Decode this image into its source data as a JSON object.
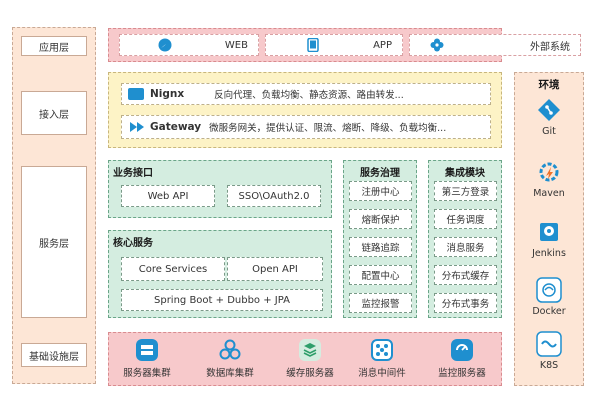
{
  "layers": {
    "app": "应用层",
    "access": "接入层",
    "service": "服务层",
    "infra": "基础设施层"
  },
  "app_layer": {
    "web": "WEB",
    "app": "APP",
    "external": "外部系统"
  },
  "access_layer": {
    "nginx_name": "Nignx",
    "nginx_desc": "反向代理、负载均衡、静态资源、路由转发...",
    "gateway_name": "Gateway",
    "gateway_desc": "微服务网关，提供认证、限流、熔断、降级、负载均衡..."
  },
  "business_api": {
    "title": "业务接口",
    "items": [
      "Web API",
      "SSO\\OAuth2.0"
    ]
  },
  "core_services": {
    "title": "核心服务",
    "items": [
      "Core Services",
      "Open API",
      "Spring Boot + Dubbo + JPA"
    ]
  },
  "governance": {
    "title": "服务治理",
    "items": [
      "注册中心",
      "熔断保护",
      "链路追踪",
      "配置中心",
      "监控报警"
    ]
  },
  "integration": {
    "title": "集成模块",
    "items": [
      "第三方登录",
      "任务调度",
      "消息服务",
      "分布式缓存",
      "分布式事务"
    ]
  },
  "infra_layer": {
    "items": [
      "服务器集群",
      "数据库集群",
      "缓存服务器",
      "消息中间件",
      "监控服务器"
    ]
  },
  "environment": {
    "title": "环境",
    "items": [
      "Git",
      "Maven",
      "Jenkins",
      "Docker",
      "K8S"
    ]
  },
  "colors": {
    "pink_panel": "#f7c9cb",
    "yellow_panel": "#fdf3c6",
    "green_panel": "#d4ede0",
    "orange_panel": "#fde6d6",
    "icon_blue": "#1f8fcf",
    "icon_orange": "#f0732b"
  }
}
